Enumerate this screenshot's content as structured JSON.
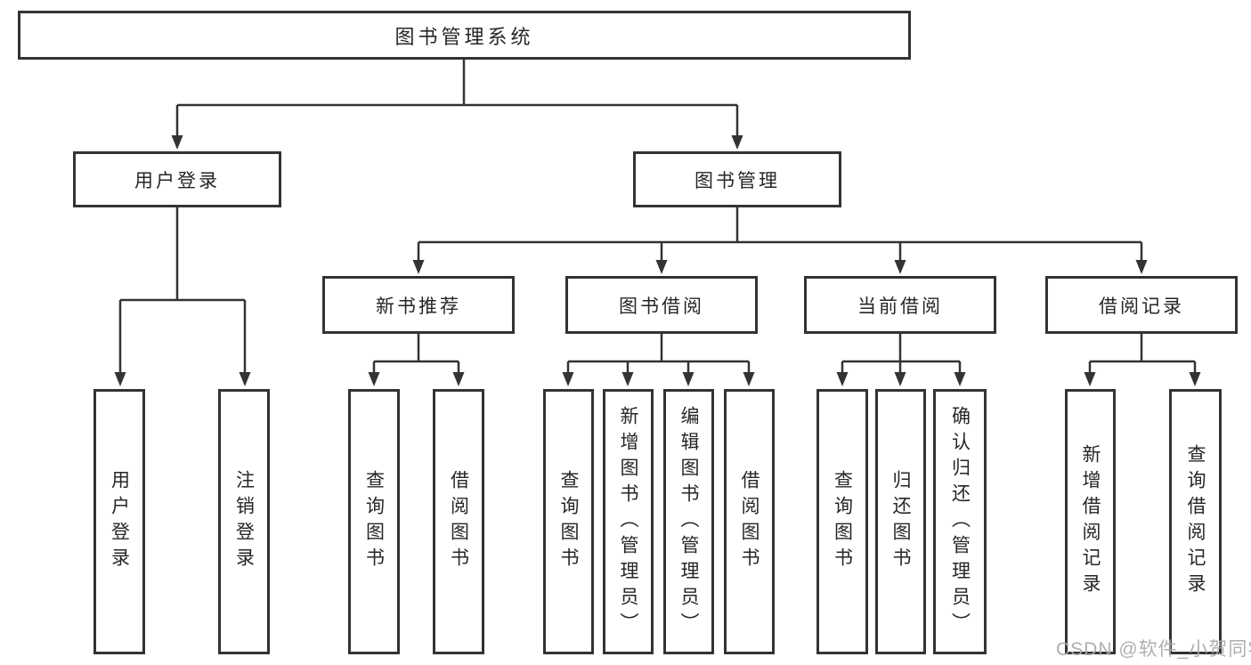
{
  "tree": {
    "label": "图书管理系统",
    "children": [
      {
        "label": "用户登录",
        "children": [
          {
            "label": "用户登录"
          },
          {
            "label": "注销登录"
          }
        ]
      },
      {
        "label": "图书管理",
        "children": [
          {
            "label": "新书推荐",
            "children": [
              {
                "label": "查询图书"
              },
              {
                "label": "借阅图书"
              }
            ]
          },
          {
            "label": "图书借阅",
            "children": [
              {
                "label": "查询图书"
              },
              {
                "label": "新增图书（管理员）"
              },
              {
                "label": "编辑图书（管理员）"
              },
              {
                "label": "借阅图书"
              }
            ]
          },
          {
            "label": "当前借阅",
            "children": [
              {
                "label": "查询图书"
              },
              {
                "label": "归还图书"
              },
              {
                "label": "确认归还（管理员）"
              }
            ]
          },
          {
            "label": "借阅记录",
            "children": [
              {
                "label": "新增借阅记录"
              },
              {
                "label": "查询借阅记录"
              }
            ]
          }
        ]
      }
    ]
  },
  "watermark": "CSDN @软件_小贺同学",
  "colors": {
    "line": "#333333",
    "box_border": "#333333",
    "text": "#262626",
    "watermark": "#ababab",
    "background": "#ffffff"
  }
}
